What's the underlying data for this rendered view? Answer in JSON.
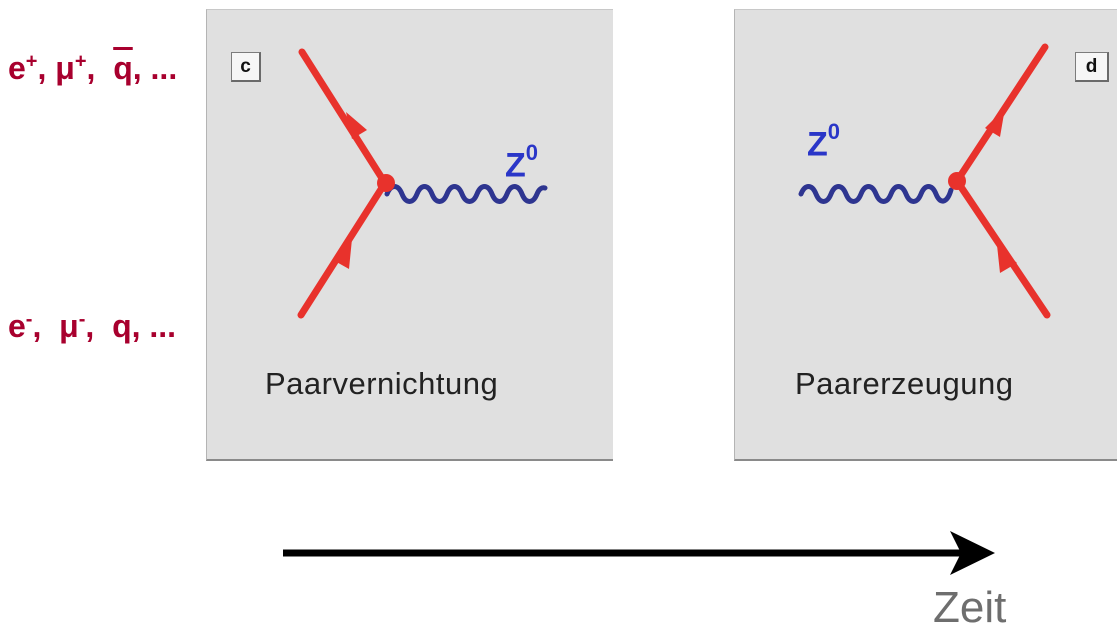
{
  "panels": [
    {
      "id": "c",
      "label": "c",
      "caption": "Paarvernichtung",
      "boson": "Z",
      "boson_sup": "0"
    },
    {
      "id": "d",
      "label": "d",
      "caption": "Paarerzeugung",
      "boson": "Z",
      "boson_sup": "0"
    }
  ],
  "particles": {
    "top": {
      "e": "e",
      "e_sup": "+",
      "mu": "μ",
      "mu_sup": "+",
      "q": "q",
      "tail": ", ..."
    },
    "bottom": {
      "e": "e",
      "e_sup": "-",
      "mu": "μ",
      "mu_sup": "-",
      "q": "q",
      "tail": ", ..."
    }
  },
  "time_axis": {
    "label": "Zeit"
  },
  "colors": {
    "fermion": "#e8322c",
    "boson": "#2e3590",
    "boson_label": "#2a36c8",
    "particle_label": "#a8002e",
    "panel_bg": "#e0e0e0"
  }
}
